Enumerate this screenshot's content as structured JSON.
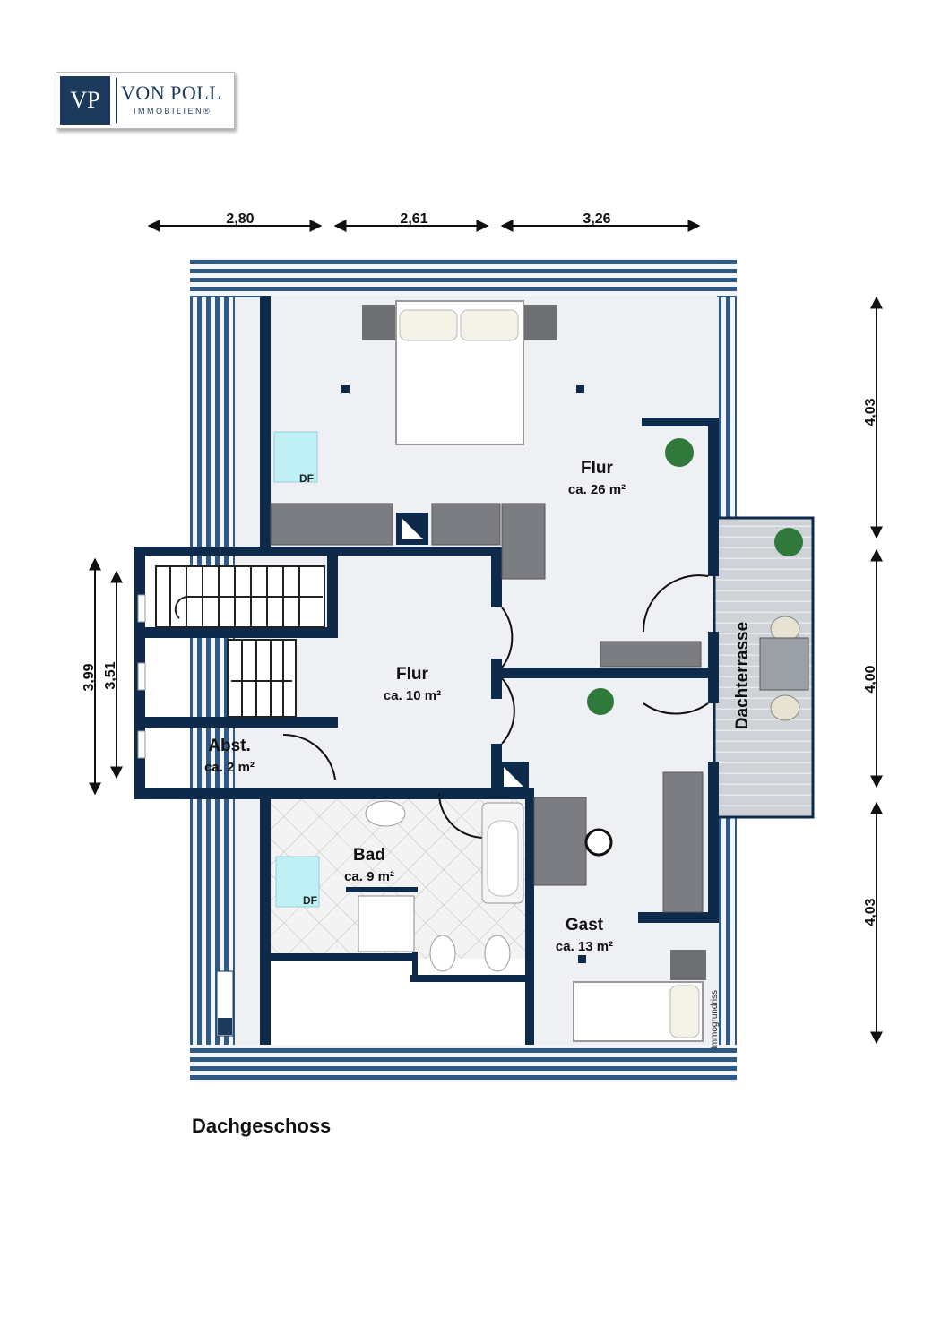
{
  "logo": {
    "monogram": "VP",
    "name": "VON POLL",
    "subtitle": "IMMOBILIEN®"
  },
  "floor_title": "Dachgeschoss",
  "dimensions": {
    "top": [
      "2,80",
      "2,61",
      "3,26"
    ],
    "right": [
      "4,03",
      "4,00",
      "4,03"
    ],
    "left": [
      "3,99",
      "3,51"
    ]
  },
  "rooms": {
    "flur_large": {
      "name": "Flur",
      "area": "ca. 26 m²"
    },
    "flur_small": {
      "name": "Flur",
      "area": "ca. 10 m²"
    },
    "abst": {
      "name": "Abst.",
      "area": "ca. 2 m²"
    },
    "bad": {
      "name": "Bad",
      "area": "ca. 9 m²"
    },
    "gast": {
      "name": "Gast",
      "area": "ca. 13 m²"
    },
    "terrace": {
      "name": "Dachterrasse"
    }
  },
  "skylights": [
    "DF",
    "DF"
  ],
  "watermark": "Immogrundriss",
  "colors": {
    "wall": "#0e2a4a",
    "floor": "#eef0f4",
    "roof": "#2f5a86",
    "terrace": "#c9cbd0"
  }
}
